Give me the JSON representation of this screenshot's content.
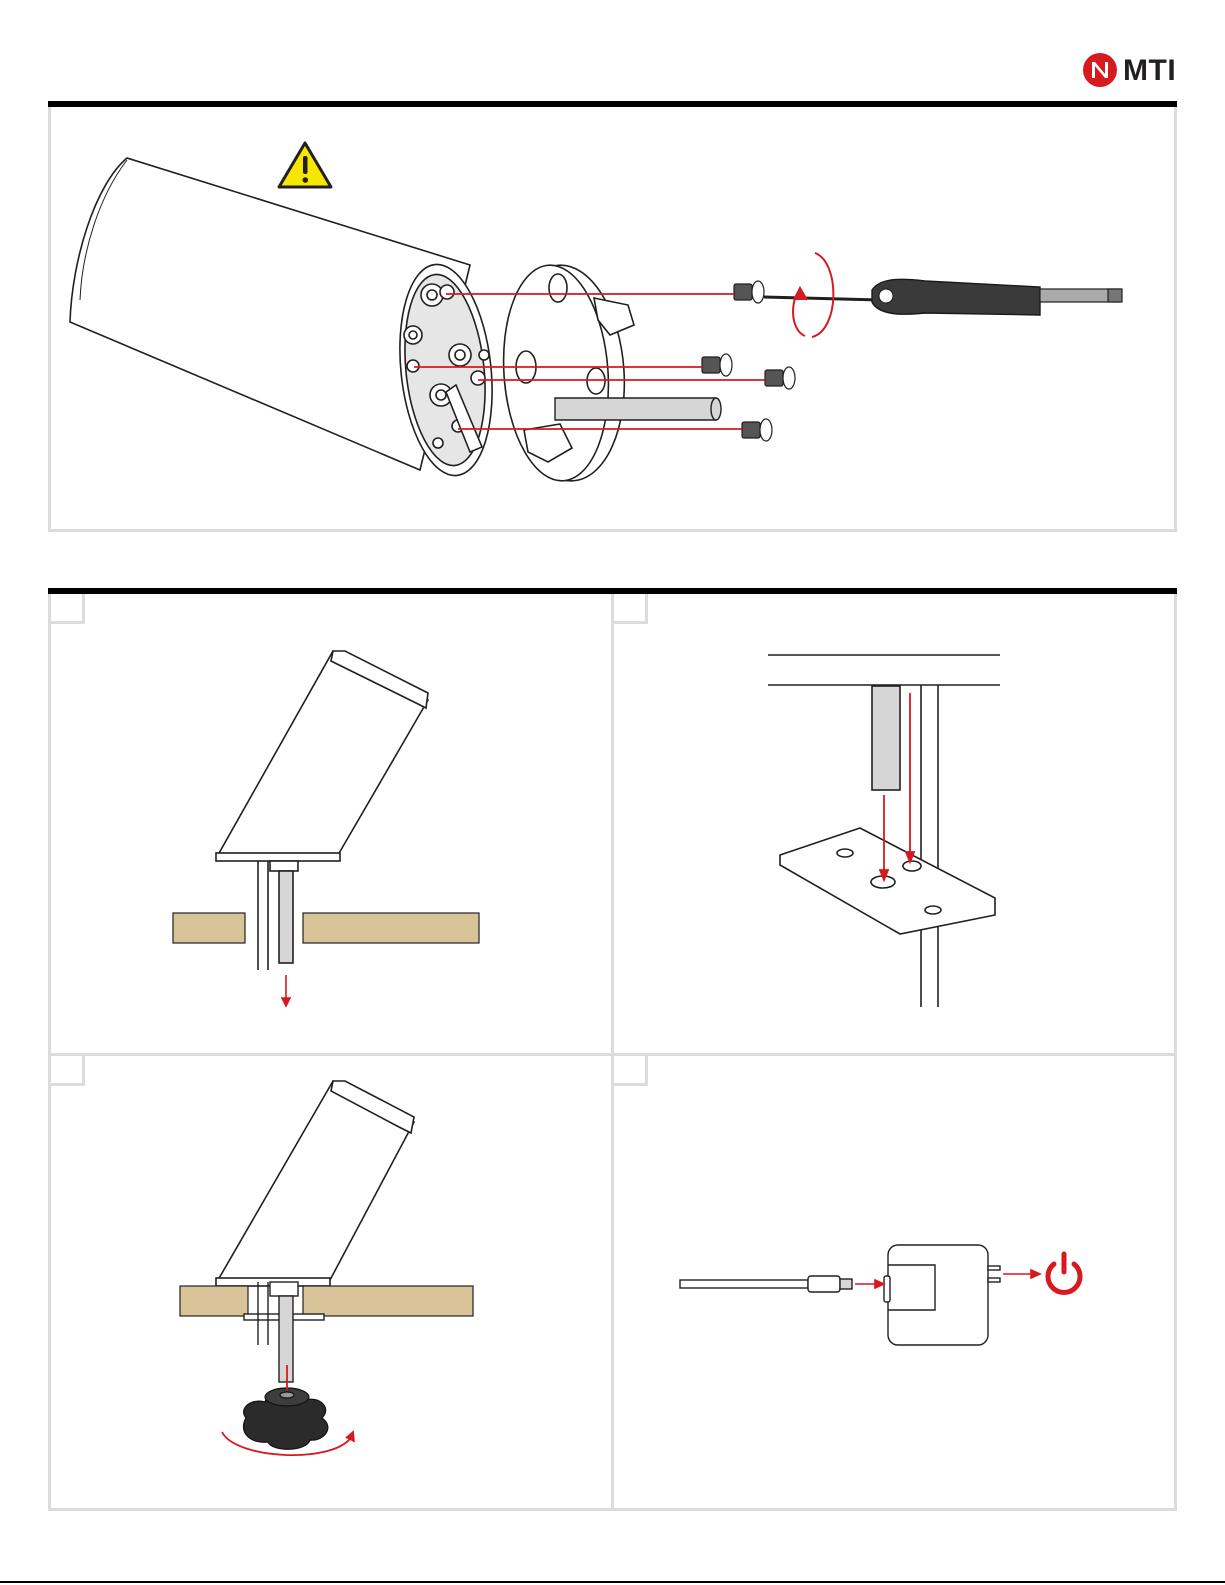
{
  "header": {
    "logo_text": "MTI",
    "logo_mark_letter": "N",
    "brand_color": "#d71920"
  },
  "sections": {
    "top_panel": {
      "illustration": "exploded-mount-assembly",
      "warning_icon": "warning-triangle-icon"
    },
    "steps": [
      {
        "illustration": "post-removal-through-counter"
      },
      {
        "illustration": "baseplate-pin-alignment"
      },
      {
        "illustration": "knob-tightening-under-counter"
      },
      {
        "illustration": "power-adapter-connection"
      }
    ]
  },
  "icons": {
    "warning": "warning-triangle-icon",
    "screwdriver": "screwdriver-icon",
    "power": "power-icon",
    "rotate": "rotate-arrow-icon"
  },
  "colors": {
    "accent_red": "#d71920",
    "warning_yellow": "#f5e700",
    "wood": "#d9c49a",
    "panel_border": "#dcdcdc"
  }
}
